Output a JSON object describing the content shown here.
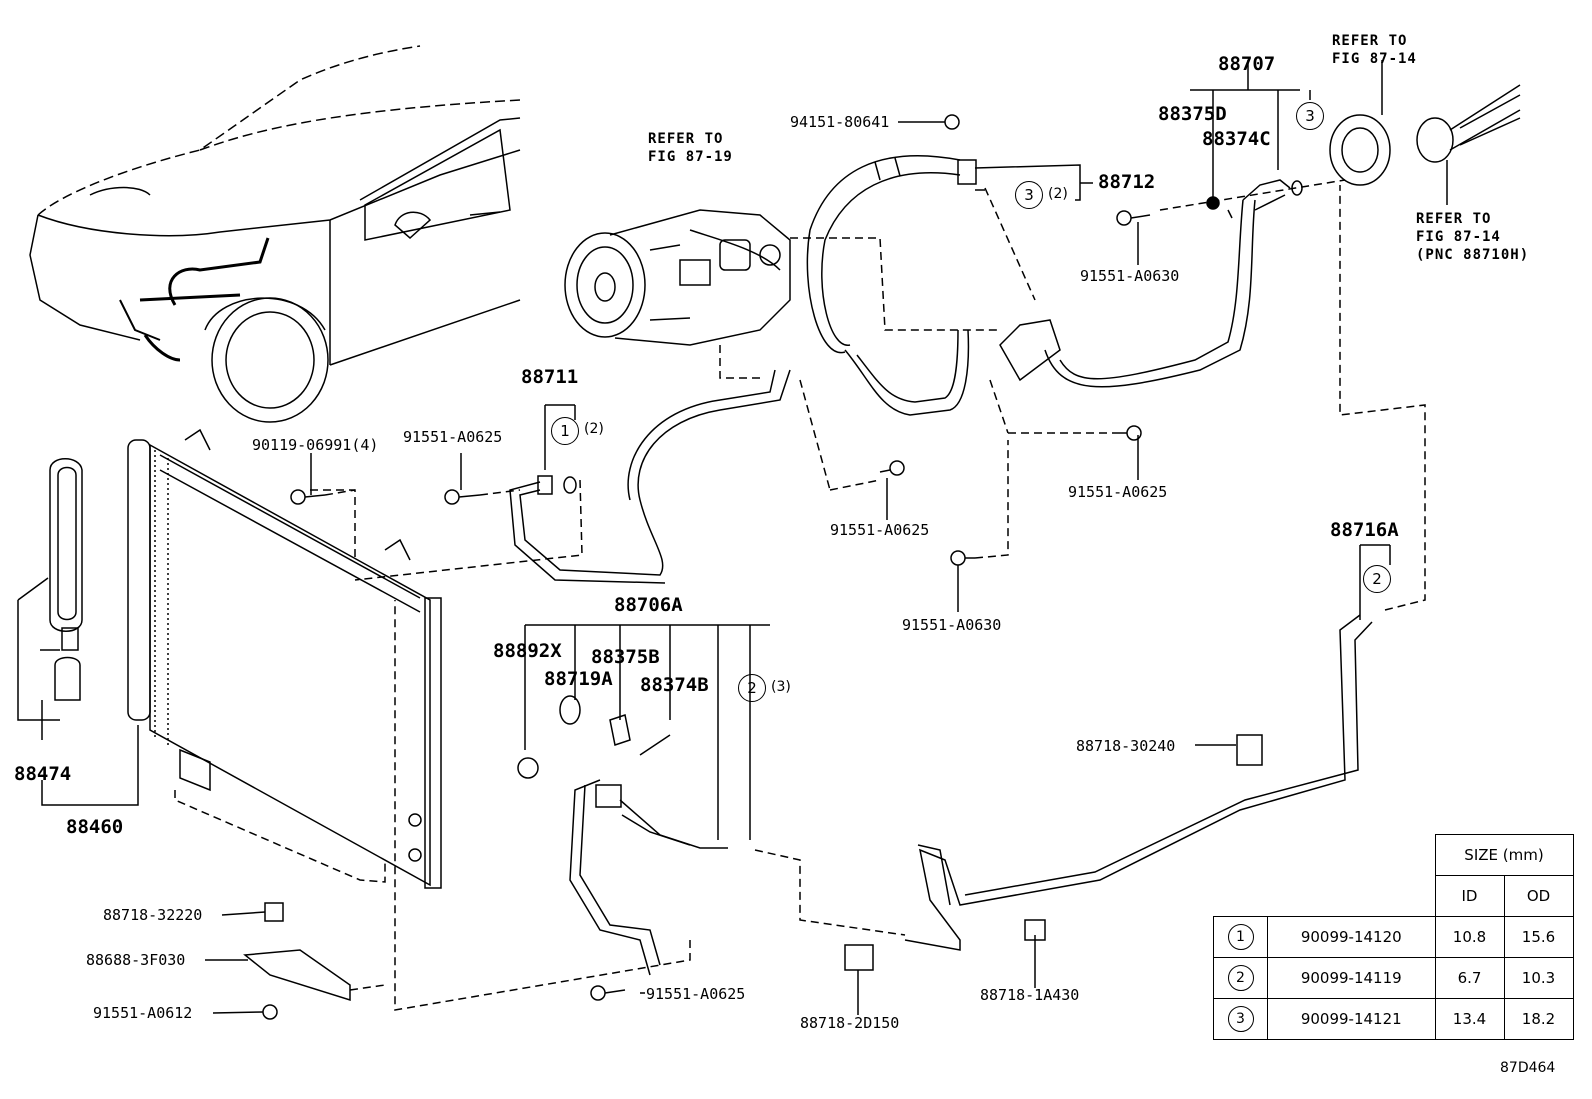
{
  "labels": {
    "p88707": "88707",
    "p88375D": "88375D",
    "p88374C": "88374C",
    "p88712": "88712",
    "p94151": "94151-80641",
    "p91551_a0630_top": "91551-A0630",
    "p91551_a0625_right": "91551-A0625",
    "p91551_a0625_mid": "91551-A0625",
    "p91551_a0630_mid": "91551-A0630",
    "p88711": "88711",
    "p90119": "90119-06991(4)",
    "p91551_a0625_left": "91551-A0625",
    "p88716A": "88716A",
    "p88706A": "88706A",
    "p88892X": "88892X",
    "p88375B": "88375B",
    "p88719A": "88719A",
    "p88374B": "88374B",
    "p88474": "88474",
    "p88460": "88460",
    "p88718_30240": "88718-30240",
    "p88718_32220": "88718-32220",
    "p88688": "88688-3F030",
    "p91551_a0612": "91551-A0612",
    "p91551_a0625_bottom": "91551-A0625",
    "p88718_2D150": "88718-2D150",
    "p88718_1A430": "88718-1A430"
  },
  "refs": {
    "compressor": "REFER TO\nFIG 87-19",
    "top_right": "REFER TO\nFIG 87-14",
    "right": "REFER TO\nFIG 87-14\n(PNC 88710H)"
  },
  "callouts": {
    "c3_88712": {
      "num": "3",
      "qty": "(2)"
    },
    "c3_88707": {
      "num": "3"
    },
    "c1_88711": {
      "num": "1",
      "qty": "(2)"
    },
    "c2_88706A": {
      "num": "2",
      "qty": "(3)"
    },
    "c2_88716A": {
      "num": "2"
    }
  },
  "size_table": {
    "header": "SIZE (mm)",
    "cols": [
      "ID",
      "OD"
    ],
    "rows": [
      {
        "ref": "1",
        "part": "90099-14120",
        "id": "10.8",
        "od": "15.6"
      },
      {
        "ref": "2",
        "part": "90099-14119",
        "id": "6.7",
        "od": "10.3"
      },
      {
        "ref": "3",
        "part": "90099-14121",
        "id": "13.4",
        "od": "18.2"
      }
    ]
  },
  "figure_id": "87D464"
}
